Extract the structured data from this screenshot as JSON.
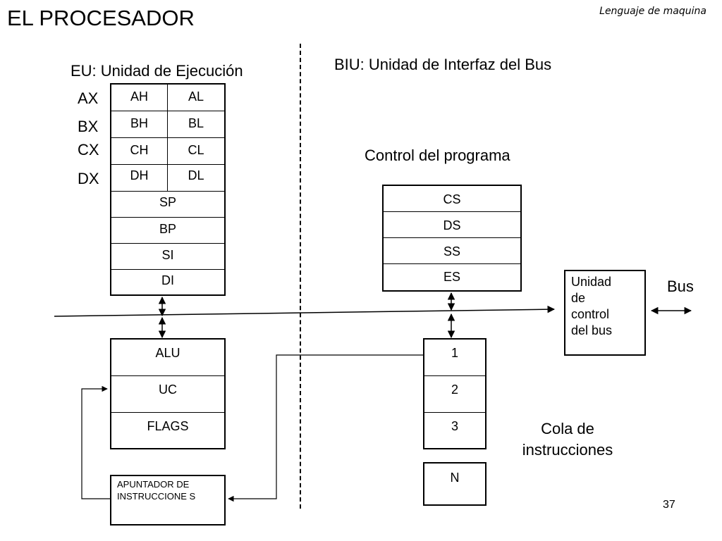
{
  "title": "EL PROCESADOR",
  "subtitle": "Lenguaje de maquina",
  "eu_label": "EU: Unidad de Ejecución",
  "biu_label": "BIU: Unidad de Interfaz del Bus",
  "control_label": "Control del programa",
  "register_names": [
    "AX",
    "BX",
    "CX",
    "DX"
  ],
  "gp_registers": [
    {
      "high": "AH",
      "low": "AL"
    },
    {
      "high": "BH",
      "low": "BL"
    },
    {
      "high": "CH",
      "low": "CL"
    },
    {
      "high": "DH",
      "low": "DL"
    }
  ],
  "pointer_registers": [
    "SP",
    "BP",
    "SI",
    "DI"
  ],
  "eu_units": [
    "ALU",
    "UC",
    "FLAGS"
  ],
  "segment_registers": [
    "CS",
    "DS",
    "SS",
    "ES"
  ],
  "queue_slots": [
    "1",
    "2",
    "3"
  ],
  "queue_last": "N",
  "queue_label_line1": "Cola de",
  "queue_label_line2": "instrucciones",
  "bus_unit_lines": [
    "Unidad",
    "de",
    "control",
    "del bus"
  ],
  "bus_label": "Bus",
  "instruction_pointer": "APUNTADOR DE INSTRUCCIONE S",
  "page_number": "37"
}
